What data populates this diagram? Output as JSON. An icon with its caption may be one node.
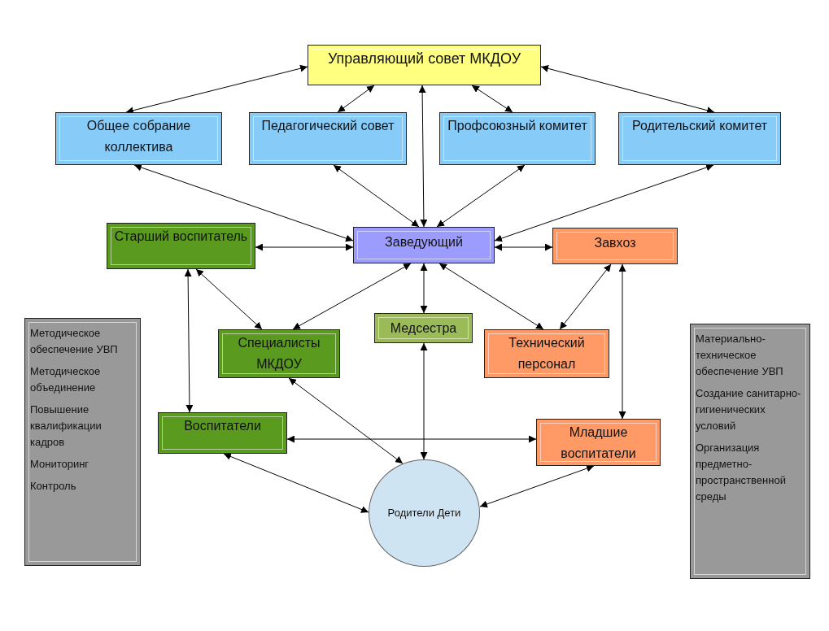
{
  "diagram": {
    "nodes": [
      {
        "text": [
          "Управляющий совет МКДОУ"
        ]
      },
      {
        "text": [
          "Общее собрание коллектива"
        ]
      },
      {
        "text": [
          "Педагогический совет"
        ]
      },
      {
        "text": [
          "Профсоюзный комитет"
        ]
      },
      {
        "text": [
          "Родительский комитет"
        ]
      },
      {
        "text": [
          "Старший воспитатель"
        ]
      },
      {
        "text": [
          "Заведующий"
        ]
      },
      {
        "text": [
          "Завхоз"
        ]
      },
      {
        "text": [
          "Специалисты МКДОУ"
        ]
      },
      {
        "text": [
          "Медсестра"
        ]
      },
      {
        "text": [
          "Технический персонал"
        ]
      },
      {
        "text": [
          "Воспитатели"
        ]
      },
      {
        "text": [
          "Младшие воспитатели"
        ]
      },
      {
        "text": [
          "Родители Дети"
        ]
      },
      {
        "text": [
          "Методическое обеспечение УВП",
          "Методическое объединение",
          "Повышение квалификации кадров",
          "Мониторинг",
          "Контроль"
        ]
      },
      {
        "text": [
          "Материально-техническое обеспечение УВП",
          "Создание санитарно-гигиенических условий",
          "Организация предметно-пространственной среды"
        ]
      }
    ],
    "edges": [
      {
        "from": 0,
        "to": 1,
        "arrow": "both"
      },
      {
        "from": 0,
        "to": 2,
        "arrow": "both"
      },
      {
        "from": 0,
        "to": 3,
        "arrow": "both"
      },
      {
        "from": 0,
        "to": 4,
        "arrow": "both"
      },
      {
        "from": 0,
        "to": 6,
        "arrow": "both"
      },
      {
        "from": 1,
        "to": 6,
        "arrow": "both"
      },
      {
        "from": 2,
        "to": 6,
        "arrow": "both"
      },
      {
        "from": 3,
        "to": 6,
        "arrow": "both"
      },
      {
        "from": 4,
        "to": 6,
        "arrow": "both"
      },
      {
        "from": 5,
        "to": 6,
        "arrow": "both"
      },
      {
        "from": 6,
        "to": 7,
        "arrow": "both"
      },
      {
        "from": 6,
        "to": 8,
        "arrow": "both"
      },
      {
        "from": 6,
        "to": 9,
        "arrow": "both"
      },
      {
        "from": 6,
        "to": 10,
        "arrow": "both"
      },
      {
        "from": 5,
        "to": 8,
        "arrow": "both"
      },
      {
        "from": 5,
        "to": 11,
        "arrow": "both"
      },
      {
        "from": 7,
        "to": 10,
        "arrow": "both"
      },
      {
        "from": 7,
        "to": 12,
        "arrow": "both"
      },
      {
        "from": 8,
        "to": 13,
        "arrow": "both"
      },
      {
        "from": 9,
        "to": 13,
        "arrow": "both"
      },
      {
        "from": 11,
        "to": 12,
        "arrow": "both"
      },
      {
        "from": 11,
        "to": 13,
        "arrow": "both"
      },
      {
        "from": 12,
        "to": 13,
        "arrow": "both"
      }
    ]
  }
}
